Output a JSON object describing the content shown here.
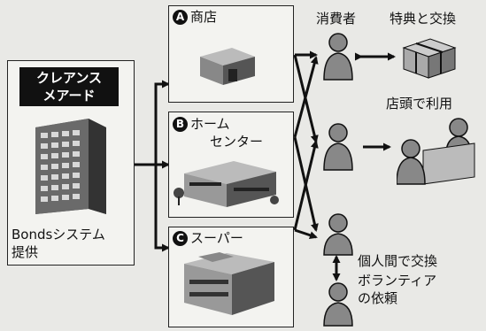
{
  "left_box": {
    "badge_title_line1": "クレアンス",
    "badge_title_line2": "メアード",
    "desc_line1": "Bondsシステム",
    "desc_line2": "提供"
  },
  "stores": [
    {
      "marker": "A",
      "label": "商店"
    },
    {
      "marker": "B",
      "label_line1": "ホーム",
      "label_line2": "センター"
    },
    {
      "marker": "C",
      "label": "スーパー"
    }
  ],
  "consumers": {
    "header": "消費者"
  },
  "outcomes": {
    "gift_exchange": "特典と交換",
    "in_store_use": "店頭で利用",
    "p2p_line1": "個人間で交換",
    "p2p_line2": "ボランティア",
    "p2p_line3": "の依頼"
  }
}
